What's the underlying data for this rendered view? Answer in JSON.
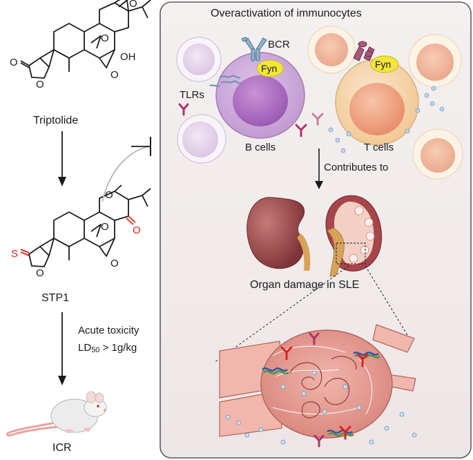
{
  "left_panel": {
    "compound1_name": "Triptolide",
    "compound2_name": "STP1",
    "mouse_label": "ICR",
    "toxicity_line1": "Acute toxicity",
    "toxicity_line2_prefix": "LD",
    "toxicity_line2_sub": "50",
    "toxicity_line2_suffix": " > 1g/kg",
    "atoms": {
      "O": "O",
      "OH": "OH",
      "S": "S"
    }
  },
  "right_panel": {
    "title": "Overactivation of immunocytes",
    "bcr_label": "BCR",
    "fyn_label_b": "Fyn",
    "fyn_label_t": "Fyn",
    "tlrs_label": "TLRs",
    "b_cells_label": "B cells",
    "t_cells_label": "T cells",
    "contributes_label": "Contributes to",
    "organ_label": "Organ damage in SLE"
  },
  "colors": {
    "panel_fill": "#f2eded",
    "panel_border": "#5a5a5a",
    "b_cell": "#c59ad3",
    "b_nucleus": "#a463b9",
    "t_cell": "#f4cfa4",
    "t_nucleus": "#ec9a78",
    "fyn": "#f2e63a",
    "antibody": "#b4306a",
    "kidney": "#9a4d4d",
    "modification_red": "#e0201c"
  }
}
